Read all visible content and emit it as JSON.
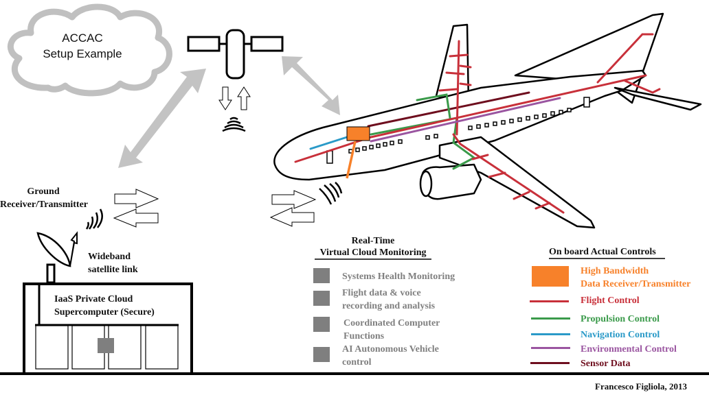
{
  "cloud": {
    "title_line1": "ACCAC",
    "title_line2": "Setup Example"
  },
  "ground": {
    "label_line1": "Ground",
    "label_line2": "Receiver/Transmitter",
    "link_line1": "Wideband",
    "link_line2": "satellite link",
    "building_line1": "IaaS Private Cloud",
    "building_line2": "Supercomputer (Secure)"
  },
  "monitoring": {
    "heading_line1": "Real-Time",
    "heading_line2": "Virtual Cloud Monitoring",
    "items": [
      {
        "line1": "Systems Health Monitoring",
        "line2": ""
      },
      {
        "line1": "Flight data & voice",
        "line2": "recording and analysis"
      },
      {
        "line1": "Coordinated Computer",
        "line2": "Functions"
      },
      {
        "line1": "AI Autonomous Vehicle",
        "line2": "control"
      }
    ],
    "square_color": "#7f7f7f",
    "text_color": "#808080"
  },
  "legend": {
    "heading": "On board Actual Controls",
    "receiver": {
      "line1": "High Bandwidth",
      "line2": "Data Receiver/Transmitter",
      "color": "#f7812a"
    },
    "items": [
      {
        "label": "Flight Control",
        "color": "#c8303a"
      },
      {
        "label": "Propulsion Control",
        "color": "#3a9a4a"
      },
      {
        "label": "Navigation Control",
        "color": "#2a9ac8"
      },
      {
        "label": "Environmental Control",
        "color": "#9a55a0"
      },
      {
        "label": "Sensor Data",
        "color": "#6e0e1e"
      }
    ]
  },
  "credit": "Francesco Figliola, 2013",
  "colors": {
    "link_arrow": "#c3c3c3",
    "outline": "#000000",
    "cloud_outline": "#c0c0c0"
  }
}
